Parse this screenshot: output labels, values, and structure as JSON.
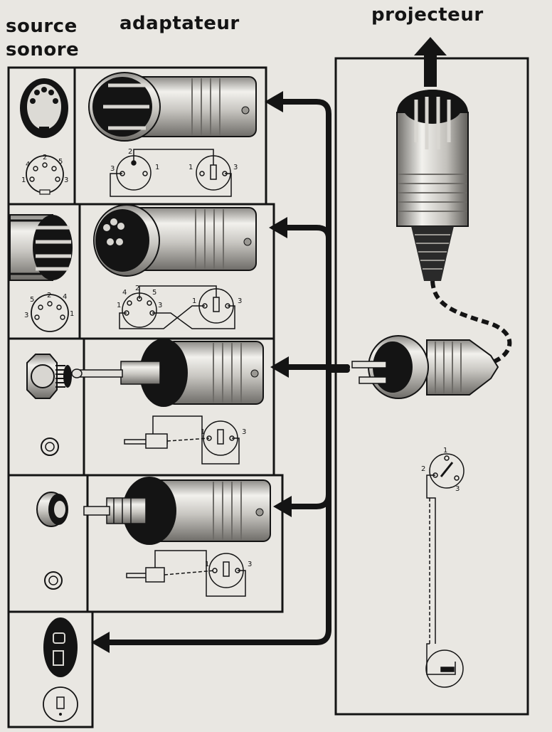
{
  "headers": {
    "source_line1": "source",
    "source_line2": "sonore",
    "adapter": "adaptateur",
    "projector": "projecteur"
  },
  "pin_labels": {
    "din5_row1": {
      "p2": "2",
      "p4": "4",
      "p5": "5",
      "p1": "1",
      "p3": "3"
    },
    "din5_row1_adapter": {
      "left_p2": "2",
      "left_p1": "1",
      "left_p3": "3",
      "right_p1": "1",
      "right_p3": "3"
    },
    "din5_row2": {
      "p2": "2",
      "p5": "5",
      "p4": "4",
      "p3": "3",
      "p1": "1"
    },
    "din5_row2_adapter": {
      "left_p4": "4",
      "left_p2": "2",
      "left_p5": "5",
      "left_p1": "1",
      "left_p3": "3",
      "right_p1": "1",
      "right_p3": "3"
    },
    "jack_row_adapter": {
      "p1": "1",
      "p3": "3"
    },
    "rca_row_adapter": {
      "p1": "1",
      "p3": "3"
    },
    "projector_socket": {
      "p1": "1",
      "p2": "2",
      "p3": "3"
    }
  },
  "colors": {
    "ink": "#141414",
    "paper": "#e9e7e2",
    "metal_light": "#f0efeb",
    "metal_mid": "#b9b7b2",
    "metal_dark": "#6e6c68"
  }
}
